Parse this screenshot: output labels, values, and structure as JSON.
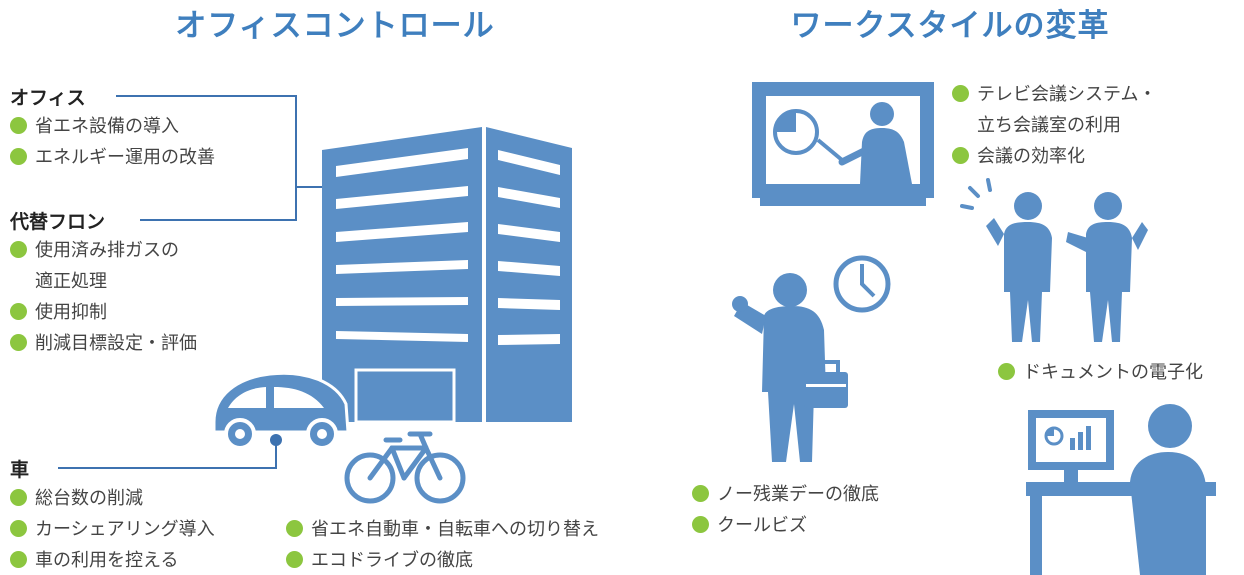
{
  "titles": {
    "left": "オフィスコントロール",
    "right": "ワークスタイルの変革"
  },
  "office": {
    "heading": "オフィス",
    "items": [
      "省エネ設備の導入",
      "エネルギー運用の改善"
    ]
  },
  "flon": {
    "heading": "代替フロン",
    "items": [
      "使用済み排ガスの",
      "使用抑制",
      "削減目標設定・評価"
    ],
    "continuation": "適正処理"
  },
  "car": {
    "heading": "車",
    "items_col1": [
      "総台数の削減",
      "カーシェアリング導入",
      "車の利用を控える"
    ],
    "items_col2": [
      "省エネ自動車・自転車への切り替え",
      "エコドライブの徹底"
    ]
  },
  "work": {
    "tv": [
      "テレビ会議システム・",
      "会議の効率化"
    ],
    "tv_continuation": "立ち会議室の利用",
    "document": "ドキュメントの電子化",
    "overtime": [
      "ノー残業デーの徹底",
      "クールビズ"
    ]
  },
  "colors": {
    "title": "#3f7fbe",
    "illustration": "#5b8fc6",
    "bullet": "#8cc63f",
    "connector": "#3d72b0"
  },
  "icons": [
    "building-icon",
    "car-icon",
    "bicycle-icon",
    "presenter-icon",
    "clock-icon",
    "businessman-icon",
    "talking-people-icon",
    "pc-worker-icon"
  ]
}
